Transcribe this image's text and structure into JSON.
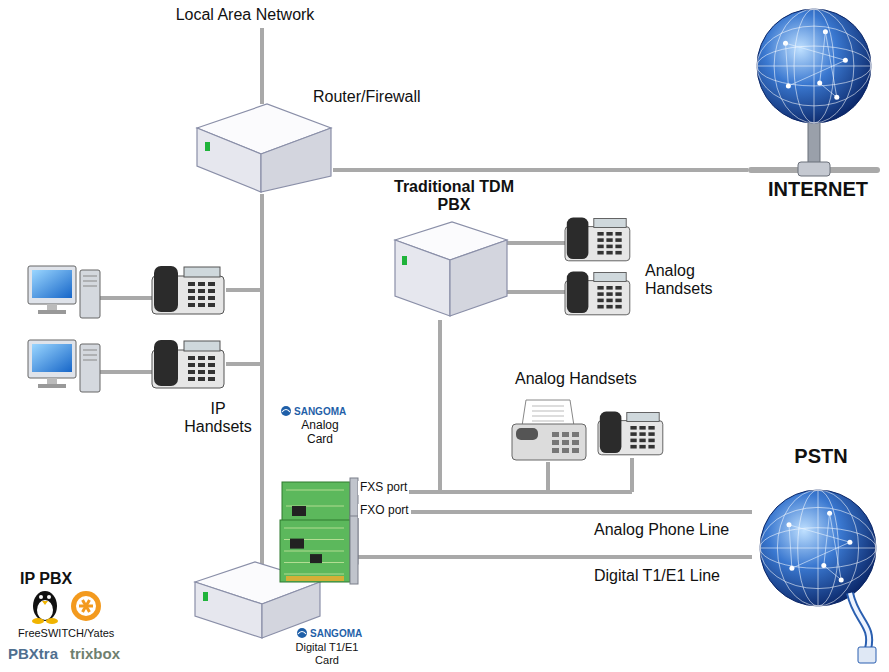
{
  "diagram": {
    "nodes": [
      {
        "text": [
          "Router/Firewall"
        ]
      },
      {
        "text": [
          "INTERNET"
        ]
      },
      {
        "text": [
          "Traditional TDM PBX"
        ]
      },
      {
        "text": [
          "PSTN"
        ]
      },
      {
        "text": [
          "IP PBX"
        ]
      }
    ],
    "edges": [
      {
        "from": 0,
        "to": 1,
        "arrow": "none"
      },
      {
        "from": 0,
        "to": 4,
        "arrow": "none"
      },
      {
        "from": 2,
        "to": 4,
        "label": "FXS port",
        "arrow": "none"
      },
      {
        "from": 4,
        "to": 3,
        "label": "Analog Phone Line",
        "arrow": "none"
      },
      {
        "from": 4,
        "to": 3,
        "label": "Digital T1/E1 Line",
        "arrow": "none"
      }
    ],
    "labels": [
      "Local Area Network",
      "Analog Handsets",
      "Analog Handsets",
      "IP Handsets",
      "SANGOMA",
      "Analog Card",
      "FXO port",
      "SANGOMA",
      "Digital T1/E1 Card",
      "FreeSWITCH/Yates",
      "PBXtra",
      "trixbox"
    ]
  }
}
